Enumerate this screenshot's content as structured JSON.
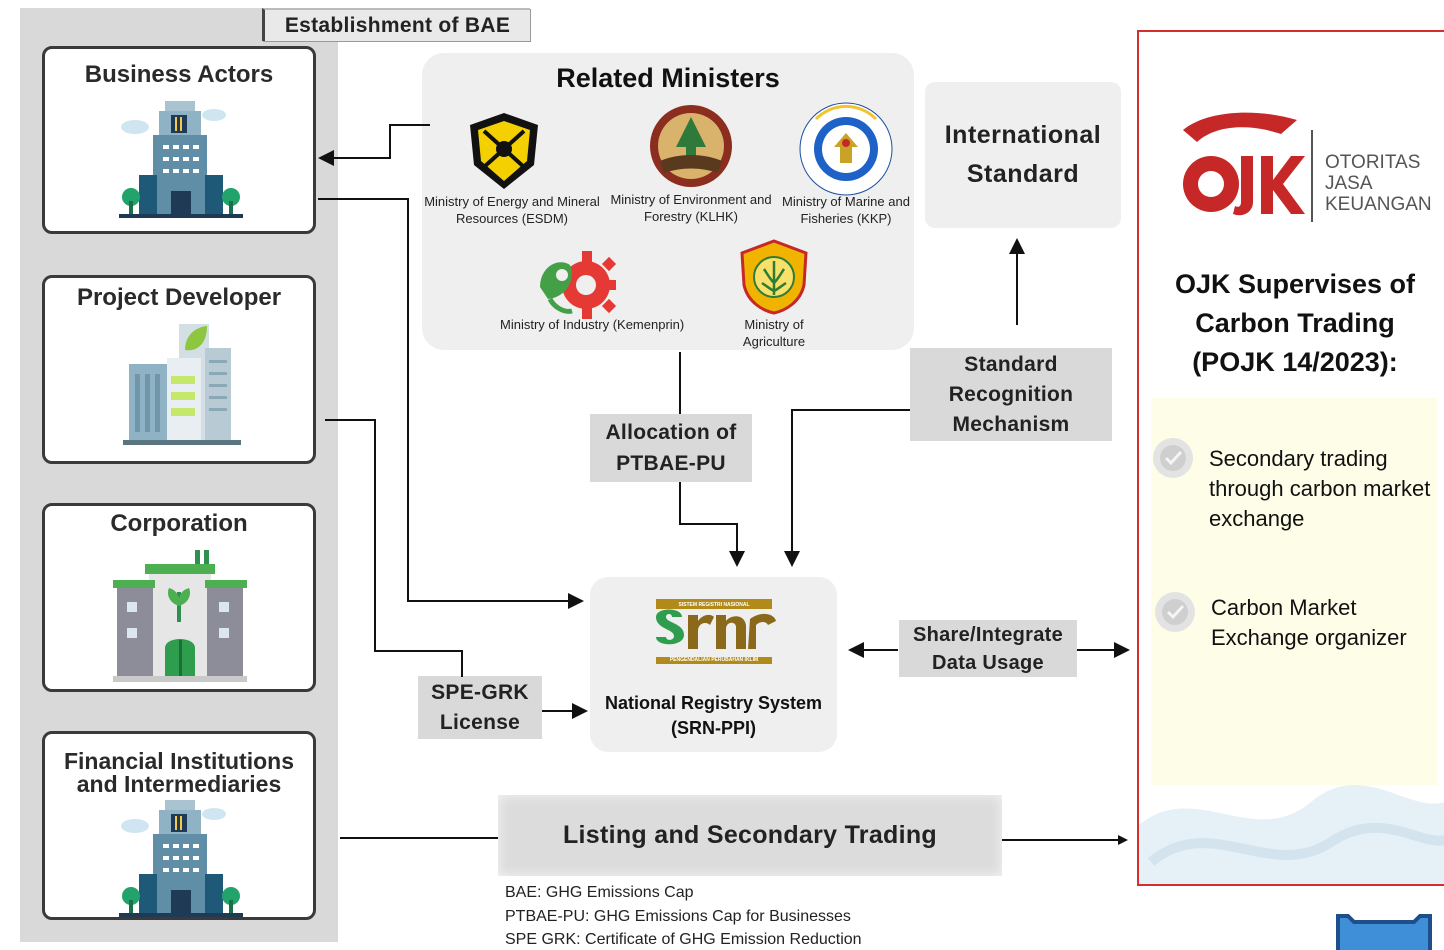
{
  "header": {
    "bae_label": "Establishment of  BAE"
  },
  "actors": [
    {
      "title": "Business Actors"
    },
    {
      "title": "Project Developer"
    },
    {
      "title": "Corporation"
    },
    {
      "title": "Financial Institutions and Intermediaries"
    }
  ],
  "ministers": {
    "title": "Related Ministers",
    "items": [
      {
        "label": "Ministry of Energy and Mineral Resources (ESDM)"
      },
      {
        "label": "Ministry of Environment and Forestry (KLHK)"
      },
      {
        "label": "Ministry of Marine and Fisheries (KKP)"
      },
      {
        "label": "Ministry of Industry (Kemenprin)"
      },
      {
        "label": "Ministry of Agriculture"
      }
    ]
  },
  "international": {
    "line1": "International",
    "line2": "Standard"
  },
  "standard_recognition": {
    "line1": "Standard",
    "line2": "Recognition",
    "line3": "Mechanism"
  },
  "allocation": {
    "line1": "Allocation of",
    "line2": "PTBAE-PU"
  },
  "spe": {
    "line1": "SPE-GRK",
    "line2": "License"
  },
  "srn": {
    "logo_top": "SISTEM REGISTRI NASIONAL",
    "logo_bottom": "PENGENDALIAN PERUBAHAN IKLIM",
    "line1": "National Registry System",
    "line2": "(SRN-PPI)"
  },
  "share": {
    "line1": "Share/Integrate",
    "line2": "Data Usage"
  },
  "listing": {
    "label": "Listing and Secondary Trading"
  },
  "ojk": {
    "logo_line1": "OTORITAS",
    "logo_line2": "JASA",
    "logo_line3": "KEUANGAN",
    "title_line1": "OJK Supervises of",
    "title_line2": "Carbon Trading",
    "title_line3": "(POJK 14/2023):",
    "items": [
      {
        "text": "Secondary trading through carbon market exchange"
      },
      {
        "text": "Carbon Market Exchange organizer"
      }
    ]
  },
  "legend": [
    {
      "text": "BAE:  GHG Emissions Cap"
    },
    {
      "text": "PTBAE-PU:  GHG Emissions  Cap for Businesses"
    },
    {
      "text": "SPE GRK:  Certificate of GHG Emission Reduction"
    }
  ],
  "colors": {
    "ojk_red": "#d32f2f",
    "building_blue": "#1e5a78",
    "tree_green": "#22a36b",
    "panel_gray": "#efefef"
  }
}
